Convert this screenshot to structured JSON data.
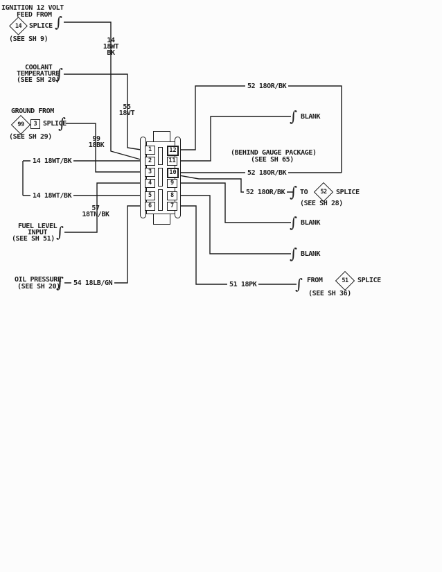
{
  "colors": {
    "line": "#1c1c1c",
    "background": "#fcfcfc"
  },
  "sources": {
    "ignition": {
      "line1": "IGNITION 12 VOLT",
      "line2": "FEED FROM",
      "splice_id": "14",
      "splice_label": "SPLICE",
      "see": "(SEE SH 9)"
    },
    "coolant": {
      "line1": "COOLANT",
      "line2": "TEMPERATURE",
      "see": "(SEE SH 20)"
    },
    "ground": {
      "line1": "GROUND FROM",
      "splice_id": "99",
      "cavity": "3",
      "splice_label": "SPLICE",
      "see": "(SEE SH 29)"
    },
    "fuel": {
      "line1": "FUEL LEVEL",
      "line2": "INPUT",
      "see": "(SEE SH 51)"
    },
    "oil": {
      "line1": "OIL PRESSURE",
      "see": "(SEE SH 20)"
    }
  },
  "wires": {
    "w14_feed": {
      "l1": "14",
      "l2": "18WT",
      "l3": "BK"
    },
    "w55": {
      "l1": "55",
      "l2": "18VT"
    },
    "w99": {
      "l1": "99",
      "l2": "18BK"
    },
    "w57": {
      "l1": "57",
      "l2": "18TN/BK"
    },
    "w14_jumper_top": "14 18WT/BK",
    "w14_jumper_bot": "14 18WT/BK",
    "w54": "54 18LB/GN",
    "w52_top": "52 18OR/BK",
    "w52_mid": "52 18OR/BK",
    "w52_low": "52 18OR/BK",
    "w51": "51 18PK"
  },
  "connector": {
    "pins_left": [
      "1",
      "2",
      "3",
      "4",
      "5",
      "6"
    ],
    "pins_right": [
      "12",
      "11",
      "10",
      "9",
      "8",
      "7"
    ]
  },
  "right": {
    "behind_gauge": "(BEHIND GAUGE PACKAGE)",
    "behind_gauge_see": "(SEE SH 65)",
    "blank1": "BLANK",
    "blank2": "BLANK",
    "blank3": "BLANK",
    "to52": {
      "to": "TO",
      "splice_id": "52",
      "splice_label": "SPLICE",
      "see": "(SEE SH 28)"
    },
    "from51": {
      "from": "FROM",
      "splice_id": "51",
      "splice_label": "SPLICE",
      "see": "(SEE SH 36)"
    }
  }
}
